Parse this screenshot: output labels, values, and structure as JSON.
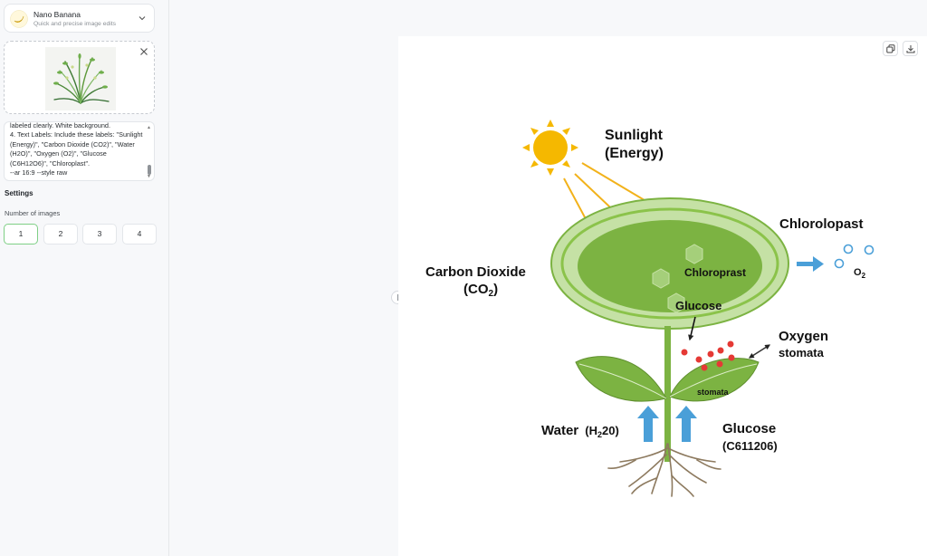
{
  "sidebar": {
    "model": {
      "name": "Nano Banana",
      "subtitle": "Quick and precise image edits",
      "icon": "banana-icon"
    },
    "prompt_text": "labeled clearly. White background.\n4. Text Labels: Include these labels: \"Sunlight (Energy)\", \"Carbon Dioxide (CO2)\", \"Water (H2O)\", \"Oxygen (O2)\", \"Glucose (C6H12O6)\", \"Chloroplast\".\n--ar 16:9 --style raw",
    "settings_title": "Settings",
    "num_images_label": "Number of images",
    "num_images_options": [
      "1",
      "2",
      "3",
      "4"
    ],
    "num_images_selected": "1"
  },
  "canvas_tools": {
    "copy_icon": "copy-icon",
    "download_icon": "download-icon"
  },
  "illustration": {
    "sunlight_line1": "Sunlight",
    "sunlight_line2": "(Energy)",
    "chlorolopast": "Chlorolopast",
    "o2_main": "O",
    "o2_sub": "2",
    "co2_line1": "Carbon Dioxide",
    "co2_line2_prefix": "(CO",
    "co2_line2_sub": "2",
    "co2_line2_suffix": ")",
    "chloroprast": "Chloroprast",
    "glucose_inner": "Glucose",
    "oxygen": "Oxygen",
    "stomata_right": "stomata",
    "stomata_leaf": "stomata",
    "water_main": "Water",
    "water_paren_open": "(H",
    "water_sub": "2",
    "water_paren_close": "20)",
    "glucose_line1": "Glucose",
    "glucose_line2": "(C611206)"
  },
  "colors": {
    "sun": "#f5b800",
    "ray_arrow": "#f2b21b",
    "leaf_green": "#7cb342",
    "light_green": "#c5e1a5",
    "blue_arrow": "#4a9fd8",
    "red_dot": "#e53935",
    "accent_selected": "#7fcf86"
  }
}
